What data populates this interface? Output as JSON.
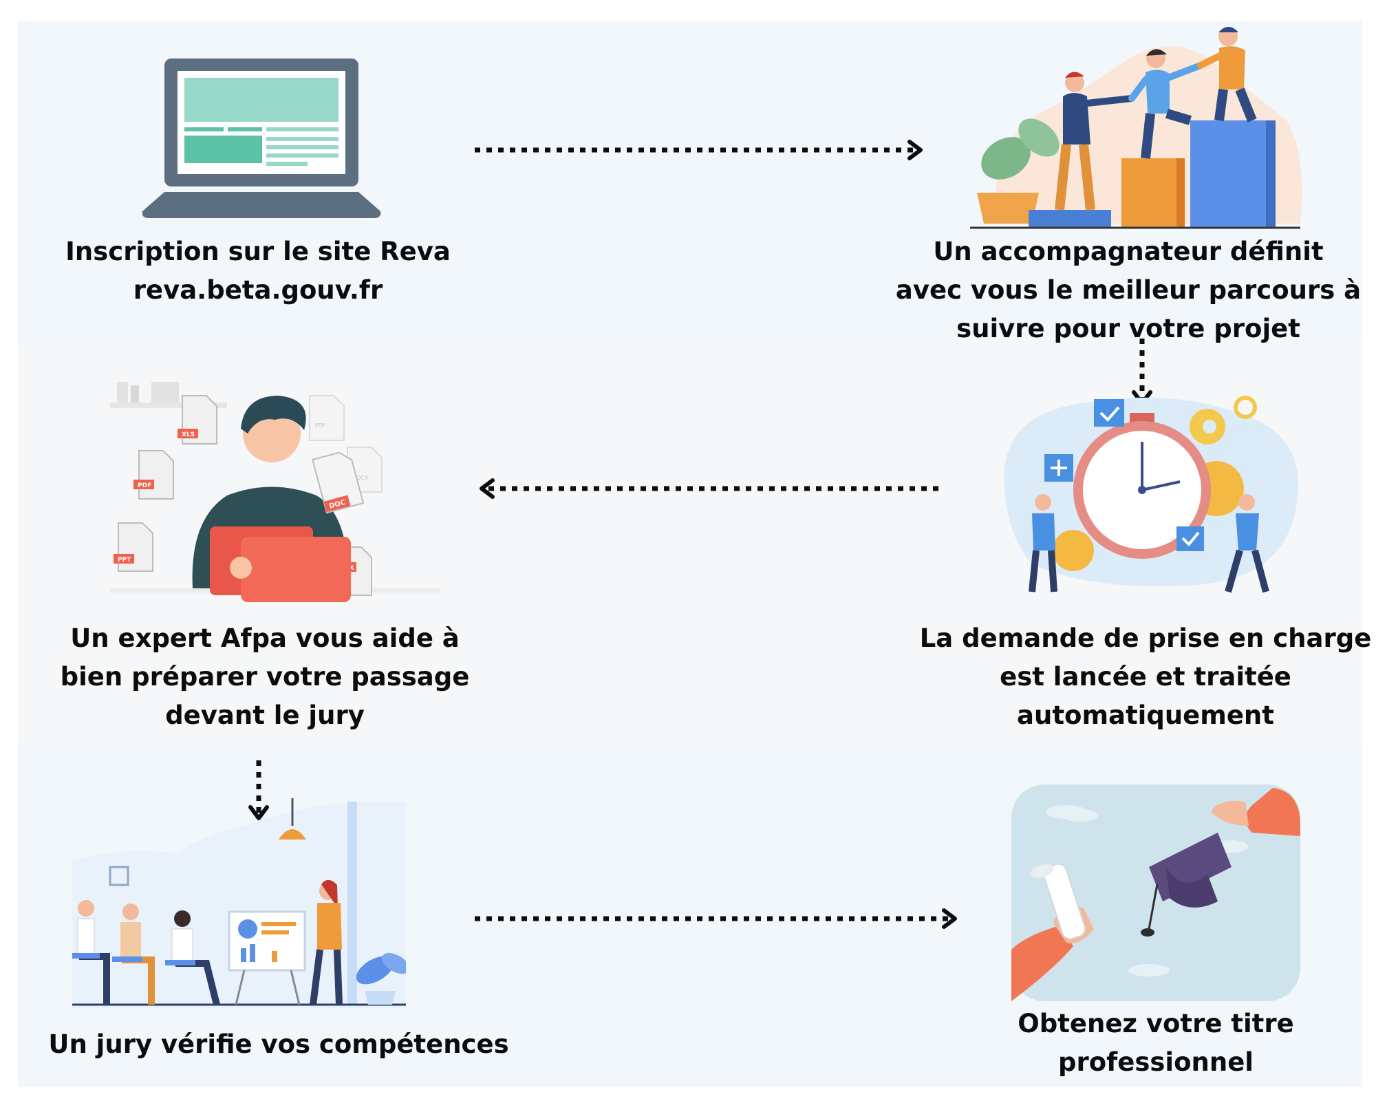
{
  "steps": [
    {
      "lines": [
        "Inscription sur le site Reva",
        "reva.beta.gouv.fr"
      ],
      "illustration": "laptop-icon"
    },
    {
      "lines": [
        "Un accompagnateur définit",
        "avec vous le meilleur parcours à",
        "suivre pour votre projet"
      ],
      "illustration": "teamwork-steps-illustration"
    },
    {
      "lines": [
        "La demande de prise en charge",
        "est lancée et traitée",
        "automatiquement"
      ],
      "illustration": "stopwatch-illustration"
    },
    {
      "lines": [
        "Un expert Afpa vous aide à",
        "bien préparer votre passage",
        "devant le jury"
      ],
      "illustration": "expert-documents-illustration"
    },
    {
      "lines": [
        "Un jury vérifie vos compétences"
      ],
      "illustration": "jury-meeting-illustration"
    },
    {
      "lines": [
        "Obtenez votre titre",
        "professionnel"
      ],
      "illustration": "graduation-illustration"
    }
  ],
  "file_tags": [
    "XLS",
    "PDF",
    "PDF",
    "DOC",
    "DOCX",
    "PPT",
    "DOCX"
  ],
  "colors": {
    "band_light": "#f2f7fc",
    "band_grey": "#f6f7f9",
    "text": "#0c0c0c",
    "accent_blue": "#4a90e2",
    "accent_orange": "#ef9b3c",
    "accent_red": "#f0604d",
    "laptop_frame": "#5c6f80",
    "laptop_screen": "#98d8c8"
  },
  "flow": [
    "1→2",
    "2→3",
    "3→4",
    "4→5",
    "5→6"
  ]
}
